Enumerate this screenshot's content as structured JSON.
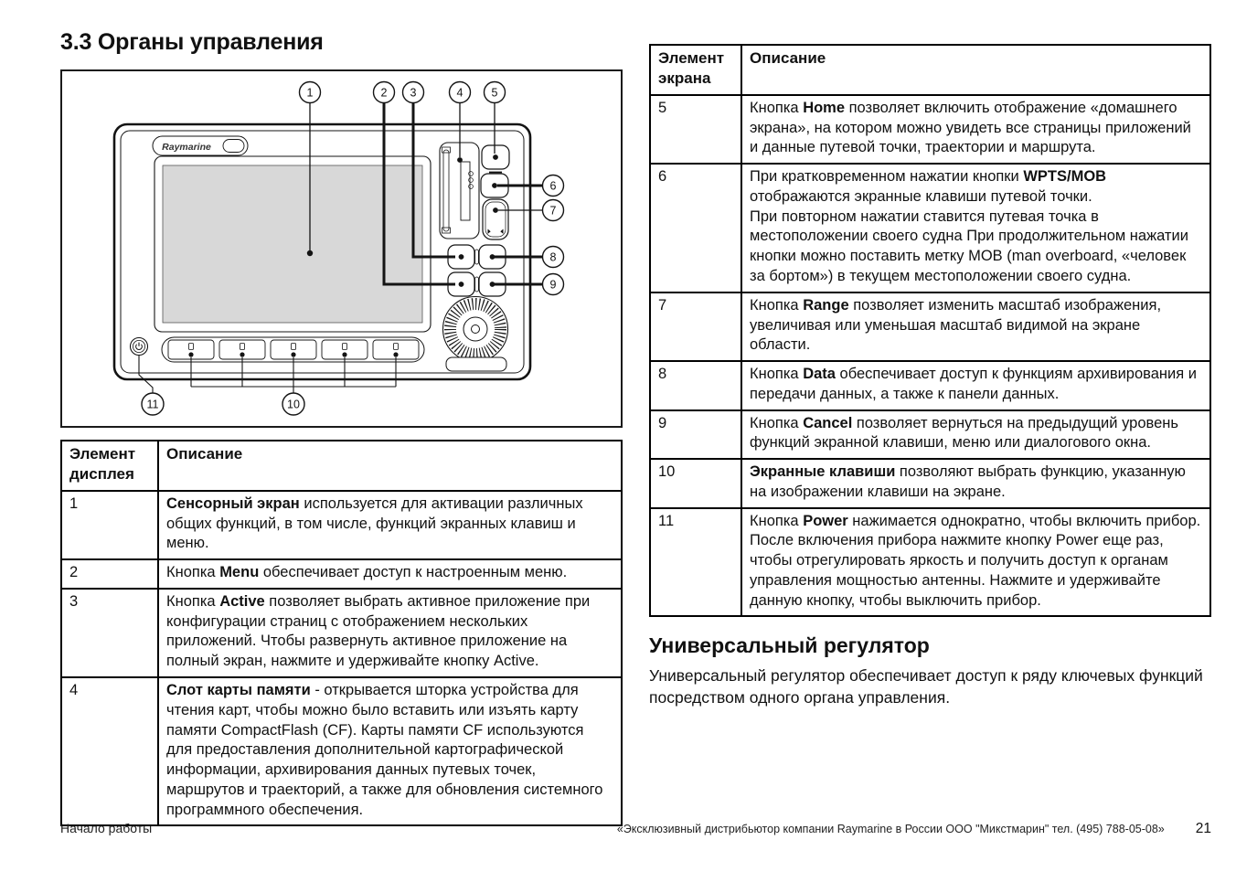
{
  "page": {
    "title": "3.3 Органы управления",
    "footer_left": "Начало работы",
    "footer_right": "«Эксклюзивный дистрибьютор компании Raymarine в России ООО \"Микстмарин\" тел. (495) 788-05-08»",
    "page_number": "21"
  },
  "figure": {
    "brand": "Raymarine",
    "screen_color": "#d8d8d8",
    "callouts": [
      "1",
      "2",
      "3",
      "4",
      "5",
      "6",
      "7",
      "8",
      "9",
      "10",
      "11"
    ]
  },
  "display_table": {
    "header": [
      "Элемент дисплея",
      "Описание"
    ],
    "rows": [
      {
        "num": "1",
        "desc": [
          {
            "b": true,
            "t": "Сенсорный экран"
          },
          {
            "t": " используется для активации различных общих функций, в том числе, функций экранных клавиш и меню."
          }
        ]
      },
      {
        "num": "2",
        "desc": [
          {
            "t": "Кнопка "
          },
          {
            "b": true,
            "t": "Menu"
          },
          {
            "t": " обеспечивает доступ к настроенным меню."
          }
        ]
      },
      {
        "num": "3",
        "desc": [
          {
            "t": "Кнопка "
          },
          {
            "b": true,
            "t": "Active"
          },
          {
            "t": " позволяет выбрать активное приложение при конфигурации страниц с отображением нескольких приложений. Чтобы развернуть активное приложение на полный экран, нажмите и удерживайте кнопку Active."
          }
        ]
      },
      {
        "num": "4",
        "desc": [
          {
            "b": true,
            "t": "Слот карты памяти"
          },
          {
            "t": " - открывается шторка устройства для чтения карт, чтобы можно было вставить или изъять карту памяти CompactFlash (CF). Карты памяти CF используются для предоставления дополнительной картографической информации, архивирования данных путевых точек, маршрутов и траекторий, а также для обновления системного программного обеспечения."
          }
        ]
      }
    ]
  },
  "screen_table": {
    "header": [
      "Элемент экрана",
      "Описание"
    ],
    "rows": [
      {
        "num": "5",
        "desc": [
          {
            "t": "Кнопка "
          },
          {
            "b": true,
            "t": "Home"
          },
          {
            "t": " позволяет включить отображение «домашнего экрана», на котором можно увидеть все страницы приложений и данные путевой точки, траектории и маршрута."
          }
        ]
      },
      {
        "num": "6",
        "desc": [
          {
            "t": "При кратковременном нажатии кнопки "
          },
          {
            "b": true,
            "t": "WPTS/MOB"
          },
          {
            "t": " отображаются экранные клавиши путевой точки.\nПри повторном нажатии ставится путевая точка в местоположении своего судна При продолжительном нажатии кнопки можно поставить метку MOB (man overboard, «человек за бортом») в текущем местоположении своего судна."
          }
        ]
      },
      {
        "num": "7",
        "desc": [
          {
            "t": "Кнопка "
          },
          {
            "b": true,
            "t": "Range"
          },
          {
            "t": " позволяет изменить масштаб изображения, увеличивая или уменьшая масштаб видимой на экране области."
          }
        ]
      },
      {
        "num": "8",
        "desc": [
          {
            "t": "Кнопка "
          },
          {
            "b": true,
            "t": "Data"
          },
          {
            "t": " обеспечивает доступ к функциям архивирования и передачи данных, а также к панели данных."
          }
        ]
      },
      {
        "num": "9",
        "desc": [
          {
            "t": "Кнопка "
          },
          {
            "b": true,
            "t": "Cancel"
          },
          {
            "t": " позволяет вернуться на предыдущий уровень функций экранной клавиши, меню или диалогового окна."
          }
        ]
      },
      {
        "num": "10",
        "desc": [
          {
            "b": true,
            "t": "Экранные клавиши"
          },
          {
            "t": " позволяют выбрать функцию, указанную на изображении клавиши на экране."
          }
        ]
      },
      {
        "num": "11",
        "desc": [
          {
            "t": "Кнопка "
          },
          {
            "b": true,
            "t": "Power"
          },
          {
            "t": " нажимается однократно, чтобы включить прибор. После включения прибора нажмите кнопку Power еще раз, чтобы отрегулировать яркость и получить доступ к органам управления мощностью антенны. Нажмите и удерживайте данную кнопку, чтобы выключить прибор."
          }
        ]
      }
    ]
  },
  "section": {
    "heading": "Универсальный регулятор",
    "body": "Универсальный регулятор обеспечивает доступ к ряду ключевых функций посредством одного органа управления."
  }
}
